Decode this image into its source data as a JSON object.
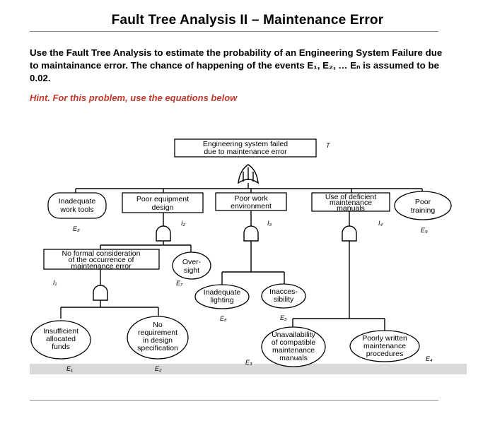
{
  "header": {
    "title": "Fault Tree Analysis II – Maintenance Error"
  },
  "problem": {
    "text": "Use the Fault Tree Analysis to estimate the probability of an Engineering System Failure due to maintainance error. The chance of happening of the events E₁, E₂, … Eₙ is assumed to be 0.02.",
    "hint": "Hint. For this problem, use the equations below"
  },
  "diagram": {
    "top_event": {
      "lines": [
        "Engineering system failed",
        "due to maintenance error"
      ],
      "code": "T"
    },
    "poor_equipment": {
      "lines": [
        "Poor equipment",
        "design"
      ],
      "code": "I₂"
    },
    "inadequate_tools": {
      "lines": [
        "Inadequate",
        "work tools"
      ],
      "code": "E₈"
    },
    "poor_environment": {
      "lines": [
        "Poor work",
        "environment"
      ],
      "code": "I₃"
    },
    "deficient_manuals": {
      "lines": [
        "Use of deficient",
        "maintenance",
        "manuals"
      ],
      "code": "I₄"
    },
    "poor_training": {
      "lines": [
        "Poor",
        "training"
      ],
      "code": "E₉"
    },
    "no_formal": {
      "lines": [
        "No formal consideration",
        "of the occurrence of",
        "maintenance error"
      ],
      "code": "I₁"
    },
    "oversight": {
      "lines": [
        "Over-",
        "sight"
      ],
      "code": "E₇"
    },
    "inadequate_lighting": {
      "lines": [
        "Inadequate",
        "lighting"
      ],
      "code": "E₆"
    },
    "inaccessibility": {
      "lines": [
        "Inacces-",
        "sibility"
      ],
      "code": "E₅"
    },
    "insufficient_funds": {
      "lines": [
        "Insufficient",
        "allocated",
        "funds"
      ],
      "code": "E₁"
    },
    "no_requirement": {
      "lines": [
        "No",
        "requirement",
        "in design",
        "specification"
      ],
      "code": "E₂"
    },
    "unavailability": {
      "lines": [
        "Unavailability",
        "of compatible",
        "maintenance",
        "manuals"
      ],
      "code": "E₃"
    },
    "poorly_written": {
      "lines": [
        "Poorly written",
        "maintenance",
        "procedures"
      ],
      "code": "E₄"
    }
  }
}
